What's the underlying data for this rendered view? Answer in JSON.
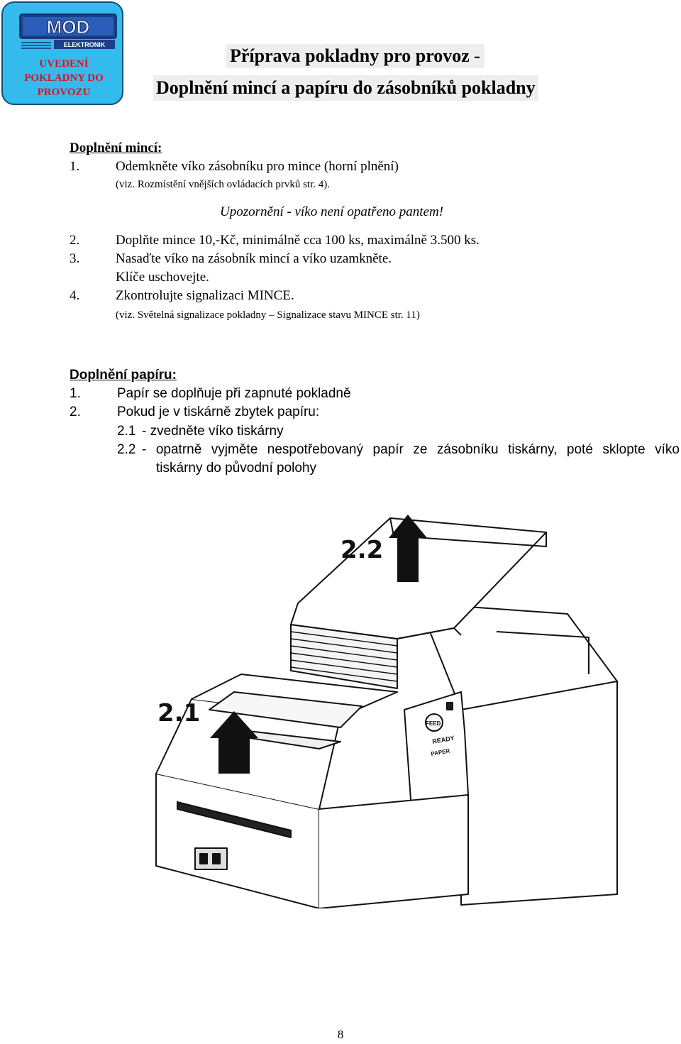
{
  "header": {
    "logo_text": "MOD",
    "logo_subtext": "ELEKTRONIK",
    "badge_lines": [
      "UVEDENÍ",
      "POKLADNY DO",
      "PROVOZU"
    ],
    "title_line1": "Příprava pokladny pro provoz -",
    "title_line2": "Doplnění mincí a papíru do zásobníků pokladny"
  },
  "coins": {
    "heading": "Doplnění mincí:",
    "items": [
      {
        "num": "1.",
        "text": "Odemkněte víko zásobníku pro mince (horní plnění)"
      },
      {
        "num": "2.",
        "text": "Doplňte mince 10,-Kč, minimálně cca 100 ks, maximálně 3.500 ks."
      },
      {
        "num": "3.",
        "text": "Nasaďte víko na zásobník mincí a víko uzamkněte."
      },
      {
        "num": "4.",
        "text": "Zkontrolujte signalizaci MINCE."
      }
    ],
    "note1": "(viz. Rozmístění vnějších ovládacích prvků str. 4).",
    "warning": "Upozornění - víko není opatřeno pantem!",
    "keys_note": "Klíče uschovejte.",
    "note2": "(viz. Světelná signalizace pokladny – Signalizace stavu MINCE str. 11)"
  },
  "paper": {
    "heading": "Doplnění papíru:",
    "items": [
      {
        "num": "1.",
        "text": "Papír se doplňuje při zapnuté pokladně"
      },
      {
        "num": "2.",
        "text": "Pokud je v tiskárně zbytek papíru:"
      }
    ],
    "sub": [
      {
        "num": "2.1",
        "text": "- zvedněte víko tiskárny"
      },
      {
        "num": "2.2",
        "text": "- opatrně vyjměte nespotřebovaný papír ze zásobníku tiskárny, poté sklopte víko",
        "cont": "tiskárny do původní polohy"
      }
    ]
  },
  "figure": {
    "label_lift_cover": "2.1",
    "label_remove_paper": "2.2",
    "panel_labels": [
      "FEED",
      "READY",
      "PAPER"
    ]
  },
  "page_number": "8"
}
